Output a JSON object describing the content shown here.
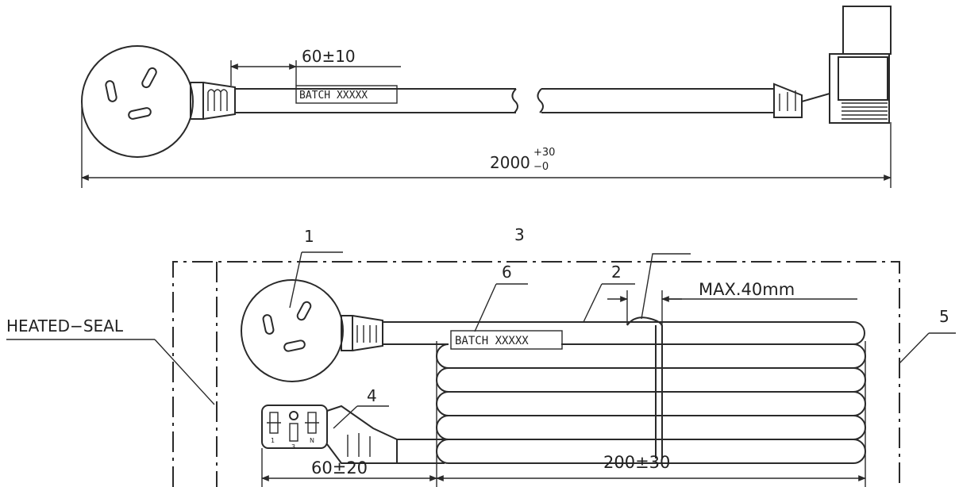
{
  "top_view": {
    "dim_strain_relief": "60±10",
    "batch_label": "BATCH XXXXX",
    "dim_total_base": "2000",
    "dim_total_tol_plus": "+30",
    "dim_total_tol_minus": "−0"
  },
  "bottom_view": {
    "callout_1": "1",
    "callout_2": "2",
    "callout_3": "3",
    "callout_4": "4",
    "callout_5": "5",
    "callout_6": "6",
    "batch_label": "BATCH XXXXX",
    "heated_seal_label": "HEATED−SEAL",
    "dim_max_tie": "MAX.40mm",
    "dim_connector": "60±20",
    "dim_coil": "200±30",
    "connector_pin_left": "1",
    "connector_pin_mid": "3",
    "connector_pin_right": "N"
  }
}
